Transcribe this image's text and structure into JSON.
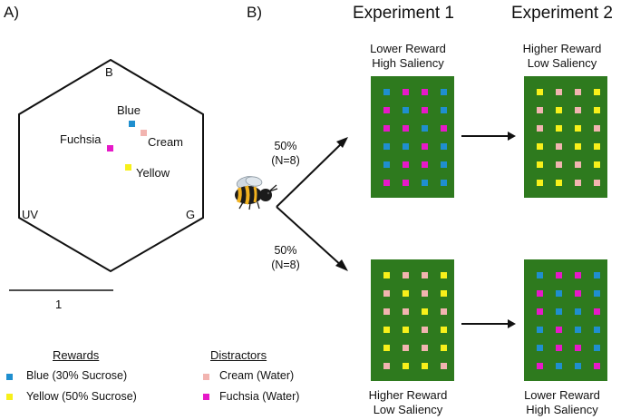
{
  "panels": {
    "a": "A)",
    "b": "B)"
  },
  "colors": {
    "blue": "#1f8fcf",
    "cream": "#f2b4b0",
    "fuchsia": "#e619c8",
    "yellow": "#f7f01a",
    "board": "#2e7a1e"
  },
  "hexagon": {
    "vertex_labels": {
      "b": "B",
      "uv": "UV",
      "g": "G"
    },
    "color_labels": {
      "blue": "Blue",
      "cream": "Cream",
      "fuchsia": "Fuchsia",
      "yellow": "Yellow"
    },
    "scale_label": "1"
  },
  "legend": {
    "rewards_title": "Rewards",
    "distractors_title": "Distractors",
    "items": {
      "blue": "Blue (30% Sucrose)",
      "yellow": "Yellow (50% Sucrose)",
      "cream": "Cream (Water)",
      "fuchsia": "Fuchsia (Water)"
    }
  },
  "experiments": {
    "exp1_title": "Experiment 1",
    "exp2_title": "Experiment 2"
  },
  "groups": {
    "top": {
      "percent": "50%",
      "n": "(N=8)"
    },
    "bottom": {
      "percent": "50%",
      "n": "(N=8)"
    }
  },
  "boards": {
    "top_exp1": {
      "line1": "Lower Reward",
      "line2": "High Saliency",
      "grid": [
        [
          "blue",
          "fuchsia",
          "fuchsia",
          "blue"
        ],
        [
          "fuchsia",
          "blue",
          "fuchsia",
          "blue"
        ],
        [
          "fuchsia",
          "fuchsia",
          "blue",
          "fuchsia"
        ],
        [
          "blue",
          "blue",
          "fuchsia",
          "blue"
        ],
        [
          "blue",
          "fuchsia",
          "fuchsia",
          "blue"
        ],
        [
          "fuchsia",
          "fuchsia",
          "blue",
          "blue"
        ]
      ]
    },
    "top_exp2": {
      "line1": "Higher Reward",
      "line2": "Low Saliency",
      "grid": [
        [
          "yellow",
          "cream",
          "cream",
          "yellow"
        ],
        [
          "cream",
          "yellow",
          "cream",
          "yellow"
        ],
        [
          "cream",
          "yellow",
          "yellow",
          "cream"
        ],
        [
          "yellow",
          "cream",
          "yellow",
          "yellow"
        ],
        [
          "yellow",
          "cream",
          "cream",
          "yellow"
        ],
        [
          "yellow",
          "yellow",
          "cream",
          "cream"
        ]
      ]
    },
    "bottom_exp1": {
      "line1": "Higher Reward",
      "line2": "Low Saliency",
      "grid": [
        [
          "yellow",
          "cream",
          "cream",
          "yellow"
        ],
        [
          "cream",
          "yellow",
          "cream",
          "yellow"
        ],
        [
          "cream",
          "cream",
          "yellow",
          "cream"
        ],
        [
          "yellow",
          "yellow",
          "cream",
          "yellow"
        ],
        [
          "yellow",
          "cream",
          "cream",
          "yellow"
        ],
        [
          "cream",
          "yellow",
          "yellow",
          "cream"
        ]
      ]
    },
    "bottom_exp2": {
      "line1": "Lower Reward",
      "line2": "High Saliency",
      "grid": [
        [
          "blue",
          "fuchsia",
          "fuchsia",
          "blue"
        ],
        [
          "fuchsia",
          "blue",
          "fuchsia",
          "blue"
        ],
        [
          "fuchsia",
          "blue",
          "blue",
          "fuchsia"
        ],
        [
          "blue",
          "fuchsia",
          "blue",
          "blue"
        ],
        [
          "blue",
          "fuchsia",
          "fuchsia",
          "blue"
        ],
        [
          "fuchsia",
          "blue",
          "blue",
          "fuchsia"
        ]
      ]
    }
  }
}
